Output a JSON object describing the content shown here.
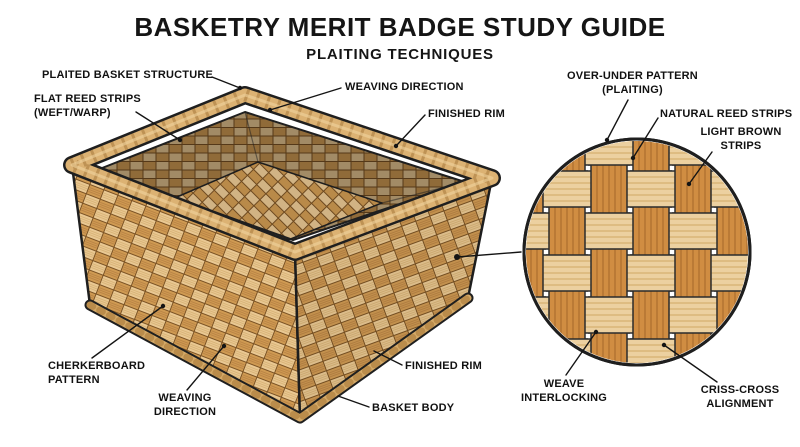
{
  "header": {
    "title": "BASKETRY MERIT BADGE STUDY GUIDE",
    "subtitle": "PLAITING TECHNIQUES"
  },
  "labels": {
    "plaited_basket_structure": "PLAITED BASKET STRUCTURE",
    "flat_reed_strips": "FLAT REED STRIPS\n(WEFT/WARP)",
    "weaving_direction_top": "WEAVING DIRECTION",
    "finished_rim_top": "FINISHED RIM",
    "cherkerboard_pattern": "CHERKERBOARD\nPATTERN",
    "weaving_direction_bottom": "WEAVING\nDIRECTION",
    "basket_body": "BASKET BODY",
    "finished_rim_bottom": "FINISHED RIM",
    "over_under_pattern": "OVER-UNDER PATTERN\n(PLAITING)",
    "natural_reed_strips": "NATURAL REED STRIPS",
    "light_brown_strips": "LIGHT BROWN\nSTRIPS",
    "weave_interlocking": "WEAVE\nINTERLOCKING",
    "criss_cross_alignment": "CRISS-CROSS\nALIGNMENT"
  },
  "colors": {
    "outline": "#1f1f1f",
    "reed_light": "#ecd0a0",
    "reed_mid": "#dcb273",
    "reed_dark": "#d08d42",
    "reed_deep": "#a4662a",
    "label_text": "#111111"
  }
}
